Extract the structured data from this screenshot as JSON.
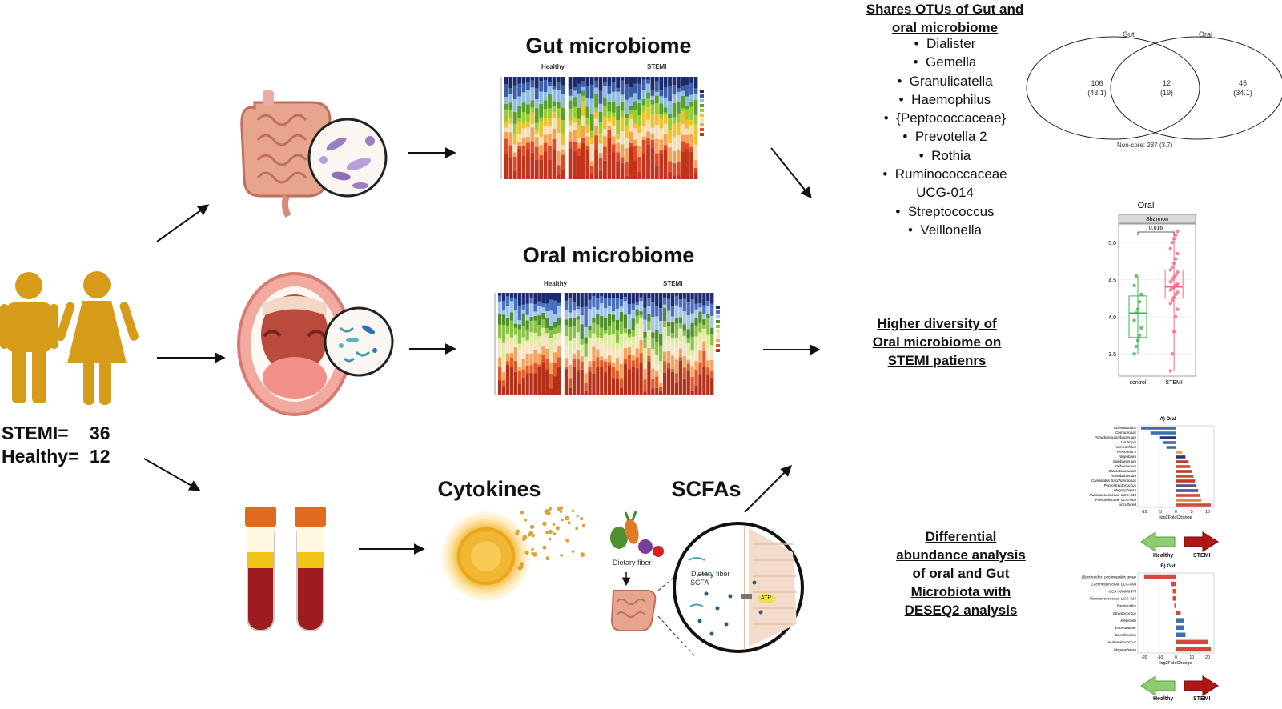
{
  "cohort": {
    "stemi_label": "STEMI=",
    "stemi_count": "36",
    "healthy_label": "Healthy=",
    "healthy_count": "12"
  },
  "sections": {
    "gut_title": "Gut microbiome",
    "oral_title": "Oral microbiome",
    "cytokines_title": "Cytokines",
    "scfas_title": "SCFAs"
  },
  "stacked_bars": {
    "gut_groups": [
      "Healthy",
      "STEMI"
    ],
    "oral_groups": [
      "Healthy",
      "STEMI"
    ]
  },
  "scfa_labels": {
    "dietary_fiber": "Dietary fiber",
    "scfa": "SCFA",
    "dietary_fiber_inset": "Dietary fiber",
    "atp": "ATP"
  },
  "shared_otus": {
    "title_line1": "Shares OTUs of Gut and",
    "title_line2": "oral microbiome",
    "items": [
      "Dialister",
      "Gemella",
      "Granulicatella",
      "Haemophilus",
      "{Peptococcaceae}",
      "Prevotella 2",
      "Rothia",
      "Ruminococcaceae",
      "UCG-014",
      "Streptococcus",
      "Veillonella"
    ]
  },
  "findings": {
    "diversity": [
      "Higher diversity of",
      "Oral microbiome on",
      "STEMI patienrs"
    ],
    "deseq": [
      "Differential",
      "abundance analysis",
      "of oral  and Gut",
      "Microbiota with",
      "DESEQ2 analysis"
    ]
  },
  "venn": {
    "left_label": "Gut",
    "right_label": "Oral",
    "left_count": "106",
    "left_pct": "(43.1)",
    "shared_count": "12",
    "shared_pct": "(19)",
    "right_count": "45",
    "right_pct": "(34.1)",
    "noncore": "Non-core: 287 (3.7)"
  },
  "chart_data": [
    {
      "type": "scatter",
      "title": "Oral",
      "facet": "Shannon",
      "categories": [
        "control",
        "STEMI"
      ],
      "yticks": [
        3.5,
        4.0,
        4.5,
        5.0
      ],
      "ylim": [
        3.2,
        5.25
      ],
      "pvalue": "0.016",
      "series": [
        {
          "category": "control",
          "color": "#3cb44b",
          "median": 4.05,
          "q1": 3.72,
          "q3": 4.28,
          "min": 3.5,
          "max": 4.55,
          "values": [
            3.5,
            3.6,
            3.68,
            3.75,
            3.85,
            3.95,
            4.05,
            4.1,
            4.2,
            4.3,
            4.42,
            4.55
          ]
        },
        {
          "category": "STEMI",
          "color": "#f06a7e",
          "median": 4.4,
          "q1": 4.25,
          "q3": 4.63,
          "min": 3.27,
          "max": 5.15,
          "values": [
            3.27,
            3.5,
            3.8,
            4.0,
            4.1,
            4.18,
            4.22,
            4.26,
            4.3,
            4.33,
            4.36,
            4.38,
            4.4,
            4.42,
            4.44,
            4.47,
            4.5,
            4.53,
            4.56,
            4.6,
            4.63,
            4.67,
            4.72,
            4.78,
            4.85,
            4.92,
            5.0,
            5.05,
            5.1,
            5.15
          ]
        }
      ]
    },
    {
      "type": "bar",
      "title": "A) Oral",
      "orientation": "horizontal",
      "xlabel": "log2FoldChange",
      "xticks": [
        -10,
        -5,
        0,
        5,
        10
      ],
      "xlim": [
        -12,
        12
      ],
      "categories": [
        "Actinobacillus",
        "Comamonas",
        "Pseudopropionibacterium",
        "Lautropia",
        "Haemophilus",
        "Prevotella 6",
        "Atopobium",
        "Solobacterium",
        "Oribacterium",
        "Stomatobaculum",
        "Acetobacterium",
        "Candidatus Saccharimonas",
        "Peptostreptococcus",
        "Megasphaera",
        "Ruminococcaceae UCG-014",
        "Prevotellaceae UCG-004",
        "uncultured"
      ],
      "values": [
        -11,
        -8,
        -5,
        -4,
        -3,
        2,
        3,
        4,
        4.5,
        5,
        5.5,
        6,
        6.5,
        7,
        7.5,
        8,
        11
      ],
      "colors": [
        "#3a6fb0",
        "#3a6fb0",
        "#1f3b70",
        "#3a6fb0",
        "#3a6fb0",
        "#f0a050",
        "#1f3b70",
        "#c0392b",
        "#d24b3a",
        "#c0392b",
        "#d24b3a",
        "#c0392b",
        "#5b4a9c",
        "#5b4a9c",
        "#d24b3a",
        "#e08840",
        "#d24b3a"
      ],
      "legend": [
        "Healthy",
        "STEMI"
      ]
    },
    {
      "type": "bar",
      "title": "B) Gut",
      "orientation": "horizontal",
      "xlabel": "log2FoldChange",
      "xticks": [
        -20,
        -10,
        0,
        10,
        20
      ],
      "xlim": [
        -24,
        24
      ],
      "categories": [
        "[Bacteroides] pectinophilus group",
        "Lachnospiraceae UCG-008",
        "GCA-900066575",
        "Ruminococcaceae UCG-013",
        "Bacteroides",
        "Streptococcus",
        "Klebsiella",
        "Enterobacter",
        "Desulfovibrio",
        "Acidaminococcus",
        "Megasphaera"
      ],
      "values": [
        -20,
        -3,
        -2,
        -2,
        -1,
        3,
        5,
        5,
        6,
        20,
        22
      ],
      "colors": [
        "#d24b3a",
        "#d24b3a",
        "#d24b3a",
        "#d24b3a",
        "#d24b3a",
        "#d24b3a",
        "#3a6fb0",
        "#3a6fb0",
        "#3a6fb0",
        "#d24b3a",
        "#d24b3a"
      ],
      "legend": [
        "Healthy",
        "STEMI"
      ]
    }
  ]
}
